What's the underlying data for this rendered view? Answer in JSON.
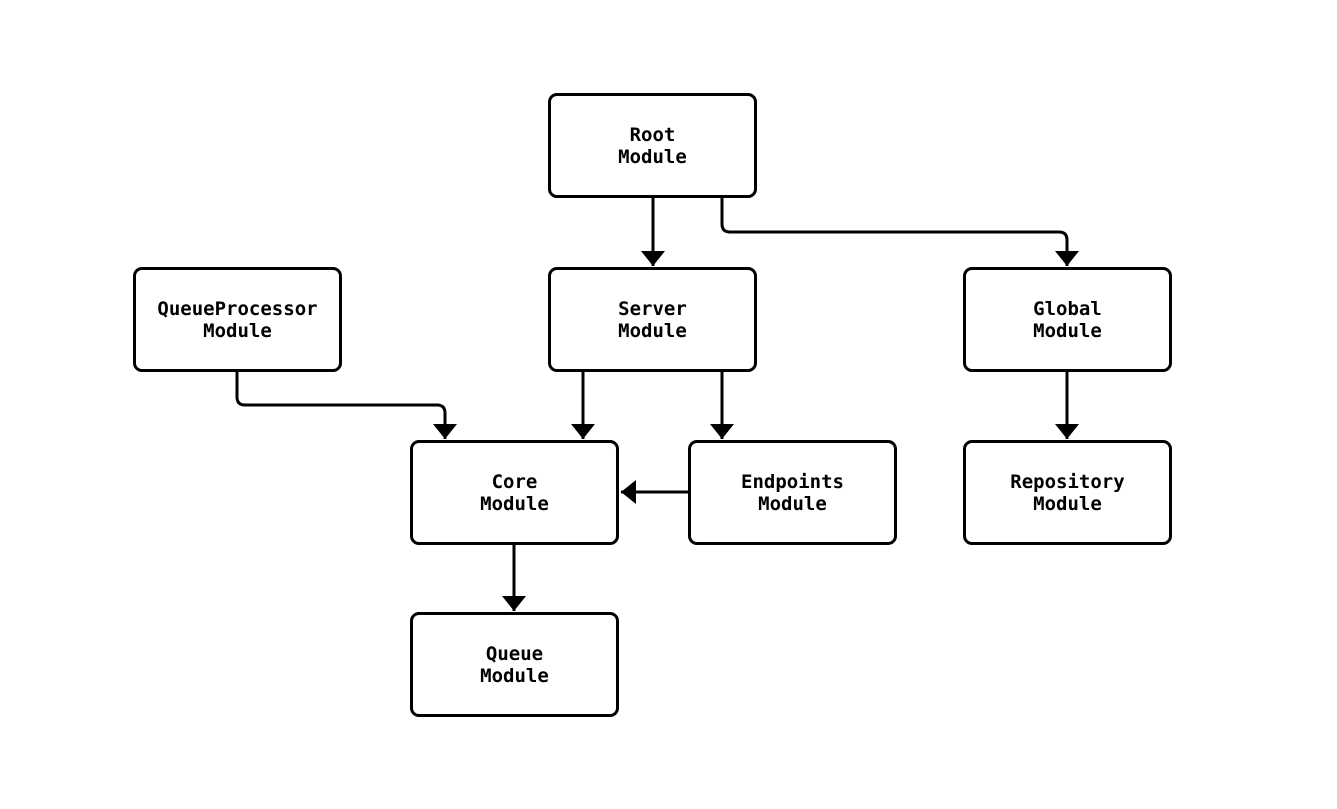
{
  "diagram": {
    "type": "module-dependency-flowchart",
    "background_color": "#ffffff",
    "node_fill_color": "#ffffff",
    "node_border_color": "#000000",
    "edge_color": "#000000",
    "text_color": "#000000",
    "nodes": [
      {
        "id": "root",
        "label": "Root\nModule"
      },
      {
        "id": "queueprocessor",
        "label": "QueueProcessor\nModule"
      },
      {
        "id": "server",
        "label": "Server\nModule"
      },
      {
        "id": "global",
        "label": "Global\nModule"
      },
      {
        "id": "core",
        "label": "Core\nModule"
      },
      {
        "id": "endpoints",
        "label": "Endpoints\nModule"
      },
      {
        "id": "repository",
        "label": "Repository\nModule"
      },
      {
        "id": "queue",
        "label": "Queue\nModule"
      }
    ],
    "edges": [
      {
        "from": "root",
        "to": "server",
        "style": "arrow"
      },
      {
        "from": "root",
        "to": "global",
        "style": "arrow"
      },
      {
        "from": "queueprocessor",
        "to": "core",
        "style": "arrow"
      },
      {
        "from": "server",
        "to": "core",
        "style": "arrow"
      },
      {
        "from": "server",
        "to": "endpoints",
        "style": "arrow"
      },
      {
        "from": "global",
        "to": "repository",
        "style": "arrow"
      },
      {
        "from": "endpoints",
        "to": "core",
        "style": "arrow"
      },
      {
        "from": "core",
        "to": "queue",
        "style": "arrow"
      }
    ]
  }
}
